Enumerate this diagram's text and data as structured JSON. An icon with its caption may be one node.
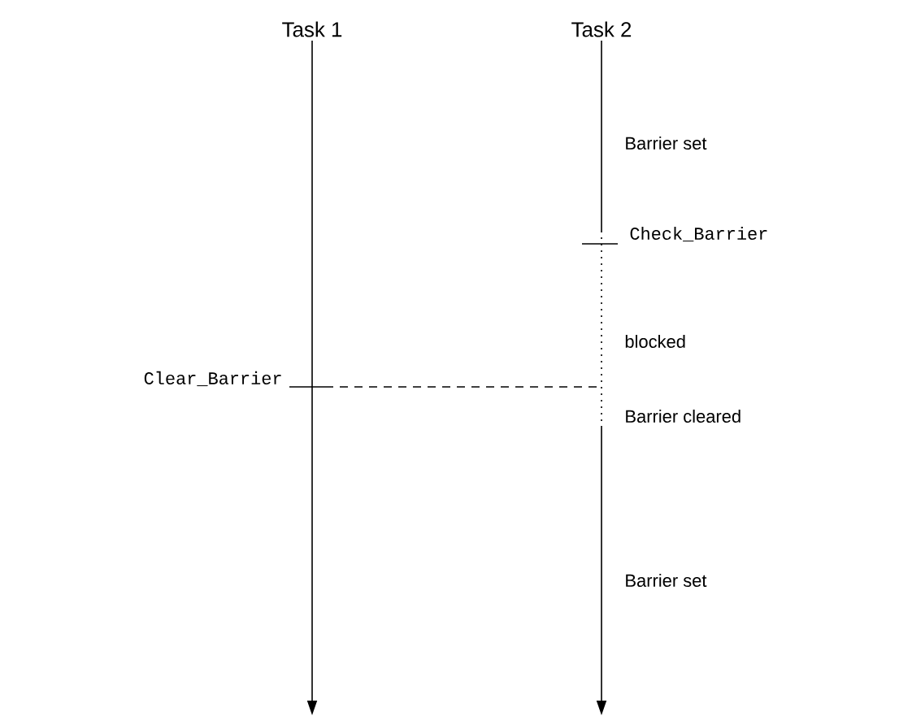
{
  "diagram": {
    "nodes": [
      {
        "text": [
          "Task 1"
        ]
      },
      {
        "text": [
          "Task 2"
        ]
      },
      {
        "text": [
          "Clear_Barrier"
        ]
      }
    ],
    "edges": [
      {
        "from": 0,
        "to": null,
        "arrow": "to"
      },
      {
        "from": 1,
        "to": null,
        "arrow": "to",
        "style": "dashed"
      },
      {
        "from": 2,
        "to": null,
        "arrow": "none",
        "style": "dashed"
      }
    ],
    "labels": [
      "Barrier set",
      "Check_Barrier",
      "blocked",
      "Barrier cleared",
      "Barrier set"
    ]
  }
}
